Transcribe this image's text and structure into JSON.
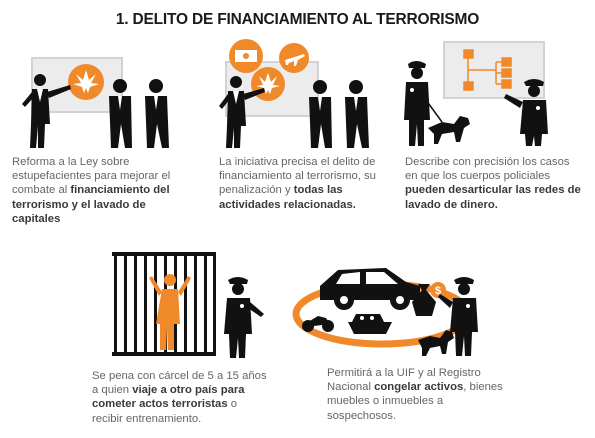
{
  "title": "1. DELITO DE FINANCIAMIENTO AL TERRORISMO",
  "colors": {
    "accent": "#f0892a",
    "dark": "#111111",
    "board": "#e6e6e6",
    "text": "#666666"
  },
  "items": [
    {
      "pre": "Reforma a la Ley sobre estupefacientes para mejorar el combate al ",
      "bold": "financiamiento del terrorismo y el lavado de capitales",
      "post": ""
    },
    {
      "pre": "La iniciativa precisa el delito de financiamiento al terrorismo, su penalización y ",
      "bold": "todas las actividades relacionadas.",
      "post": ""
    },
    {
      "pre": "Describe con precisión los casos en que los cuerpos policiales ",
      "bold": "pueden desarticular las redes de lavado de dinero.",
      "post": ""
    },
    {
      "pre": "Se pena con cárcel de 5 a 15 años a quien ",
      "bold": "viaje a otro país para cometer actos terroristas",
      "post": " o recibir entrenamiento."
    },
    {
      "pre": "Permitirá a la UIF y al Registro Nacional ",
      "bold": "congelar activos",
      "post": ", bienes muebles o inmuebles a sospechosos."
    }
  ],
  "icons": [
    "cannabis-icon",
    "money-bill-icon",
    "airplane-icon",
    "org-chart-icon",
    "police-officer-icon",
    "police-dog-icon",
    "prison-bars-icon",
    "car-icon",
    "motorcycle-icon",
    "boat-icon",
    "money-bag-icon"
  ]
}
